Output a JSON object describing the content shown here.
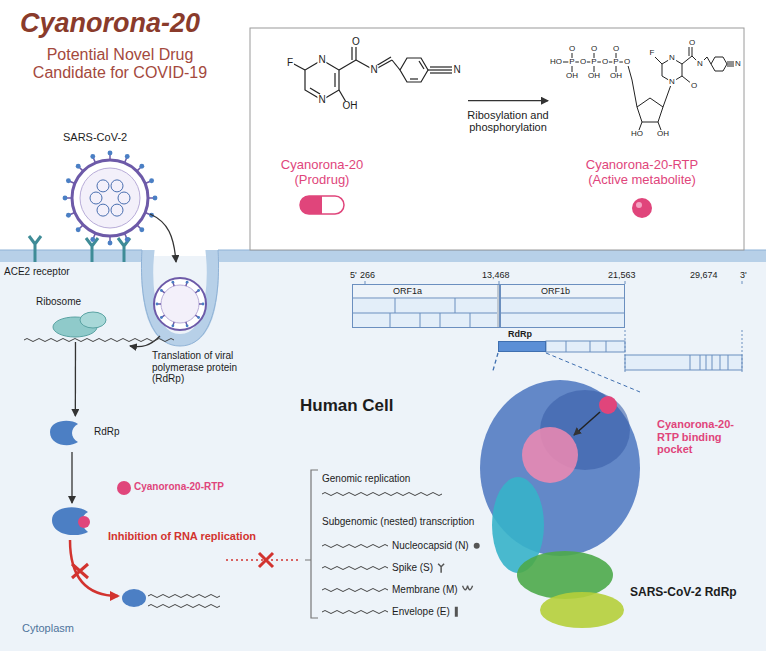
{
  "diagram": {
    "title": "Cyanorona-20",
    "nodes": [
      {
        "text": [
          "Cyanorona-20 (Prodrug)"
        ]
      },
      {
        "text": [
          "Cyanorona-20-RTP (Active metabolite)"
        ]
      },
      {
        "text": [
          "SARS-CoV-2"
        ]
      },
      {
        "text": [
          "Ribosome"
        ]
      },
      {
        "text": [
          "RdRp"
        ]
      },
      {
        "text": [
          "Cyanorona-20-RTP"
        ]
      },
      {
        "text": [
          "ORF1a"
        ]
      },
      {
        "text": [
          "ORF1b"
        ]
      },
      {
        "text": [
          "RdRp"
        ]
      },
      {
        "text": [
          "SARS-CoV-2 RdRp"
        ]
      },
      {
        "text": [
          "Cyanorona-20-RTP binding pocket"
        ],
        "in": 9
      }
    ],
    "edges": [
      {
        "from": 0,
        "to": 1,
        "arrow": "to",
        "label": "Ribosylation and phosphorylation"
      },
      {
        "from": 3,
        "to": 4,
        "arrow": "to"
      },
      {
        "from": 8,
        "to": 9,
        "arrow": "none"
      }
    ],
    "labels": [
      "Potential Novel Drug Candidate for COVID-19",
      "ACE2 receptor",
      "Translation of viral polymerase protein (RdRp)",
      "Human Cell",
      "Inhibition of RNA replication",
      "Genomic replication",
      "Subgenomic (nested) transcription",
      "Nucleocapsid (N)",
      "Spike (S)",
      "Membrane (M)",
      "Envelope (E)",
      "Cytoplasm",
      "5'",
      "266",
      "13,468",
      "21,563",
      "29,674",
      "3'",
      "F",
      "N",
      "N",
      "OH",
      "O",
      "N",
      "N",
      "HO",
      "P",
      "O",
      "P",
      "O",
      "P",
      "O",
      "OH",
      "OH",
      "OH",
      "O",
      "O",
      "O",
      "F",
      "N",
      "N",
      "O",
      "O",
      "N",
      "HO",
      "OH",
      "N"
    ]
  }
}
